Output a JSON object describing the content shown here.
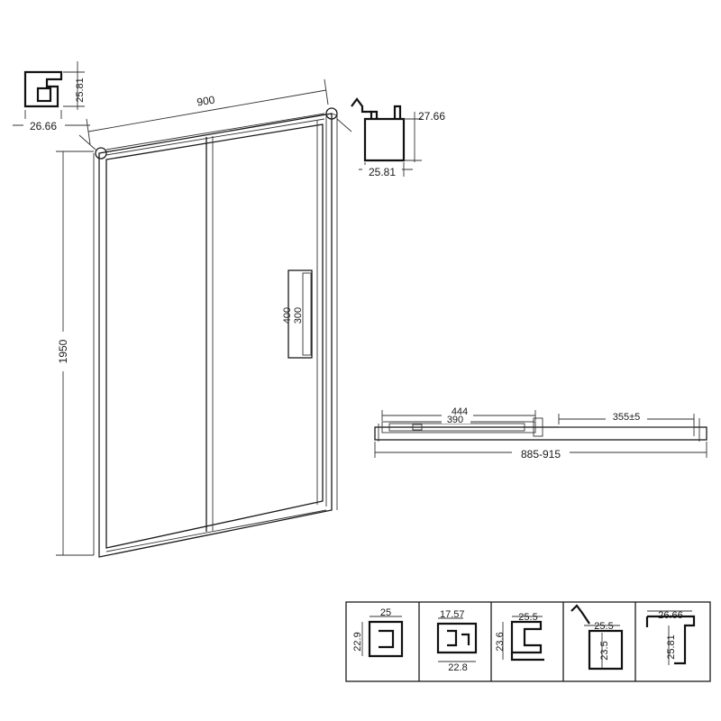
{
  "front_view": {
    "width_label": "900",
    "height_label": "1950",
    "handle_outer_label": "400",
    "handle_inner_label": "300"
  },
  "top_left_profile": {
    "height_label": "25.81",
    "width_label": "26.66"
  },
  "top_right_profile": {
    "height_label": "27.66",
    "width_label": "25.81"
  },
  "plan_view": {
    "label_444": "444",
    "label_390": "390",
    "label_355": "355±5",
    "label_range": "885-915"
  },
  "profile_table": [
    {
      "top": "25",
      "side": "22.9"
    },
    {
      "top": "17.57",
      "bottom": "22.8"
    },
    {
      "top": "25.5",
      "side": "23.6"
    },
    {
      "top": "25.5",
      "side": "23.5"
    },
    {
      "top": "26.66",
      "side": "25.81"
    }
  ]
}
